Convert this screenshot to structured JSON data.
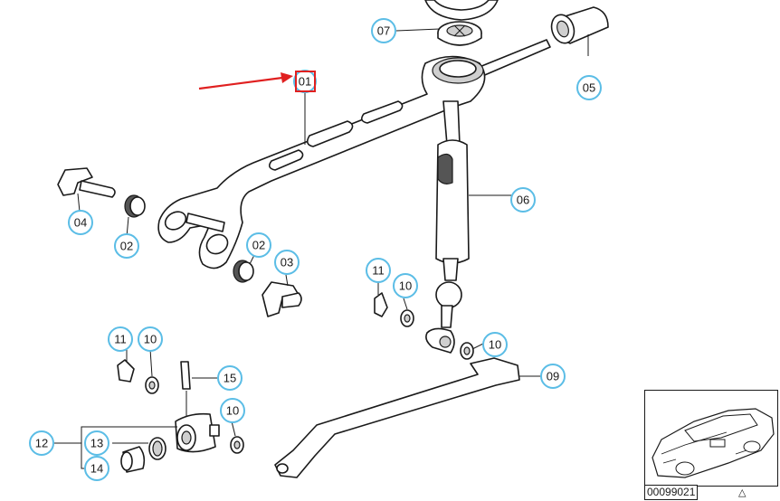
{
  "diagram": {
    "callouts": {
      "c01": "01",
      "c02a": "02",
      "c02b": "02",
      "c03": "03",
      "c04": "04",
      "c05": "05",
      "c06": "06",
      "c07": "07",
      "c09": "09",
      "c10a": "10",
      "c10b": "10",
      "c10c": "10",
      "c10d": "10",
      "c11a": "11",
      "c11b": "11",
      "c12": "12",
      "c13": "13",
      "c14": "14",
      "c15": "15"
    },
    "highlighted_part": "01",
    "reference_number": "00099021",
    "warning_symbol": "△",
    "colors": {
      "callout_ring": "#5bbde6",
      "highlight": "#e02020",
      "line": "#1a1a1a"
    }
  }
}
